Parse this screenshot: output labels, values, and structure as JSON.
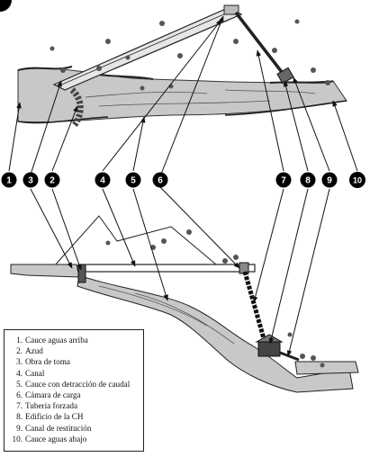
{
  "corner_badge": "",
  "callouts": [
    "1",
    "2",
    "3",
    "4",
    "5",
    "6",
    "7",
    "8",
    "9",
    "10"
  ],
  "legend": [
    {
      "num": "1.",
      "text": "Cauce aguas arriba"
    },
    {
      "num": "2.",
      "text": "Azud"
    },
    {
      "num": "3.",
      "text": "Obra de toma"
    },
    {
      "num": "4.",
      "text": "Canal"
    },
    {
      "num": "5.",
      "text": "Cauce con detracción de caudal"
    },
    {
      "num": "6.",
      "text": "Cámara de carga"
    },
    {
      "num": "7.",
      "text": "Tubería forzada"
    },
    {
      "num": "8.",
      "text": "Edificio de la CH"
    },
    {
      "num": "9.",
      "text": "Canal de restitución"
    },
    {
      "num": "10.",
      "text": "Cauce aguas abajo"
    }
  ],
  "colors": {
    "water": "#c8c8c8",
    "ink": "#111111",
    "structure": "#e6e6e6",
    "vegetation": "#555555"
  }
}
